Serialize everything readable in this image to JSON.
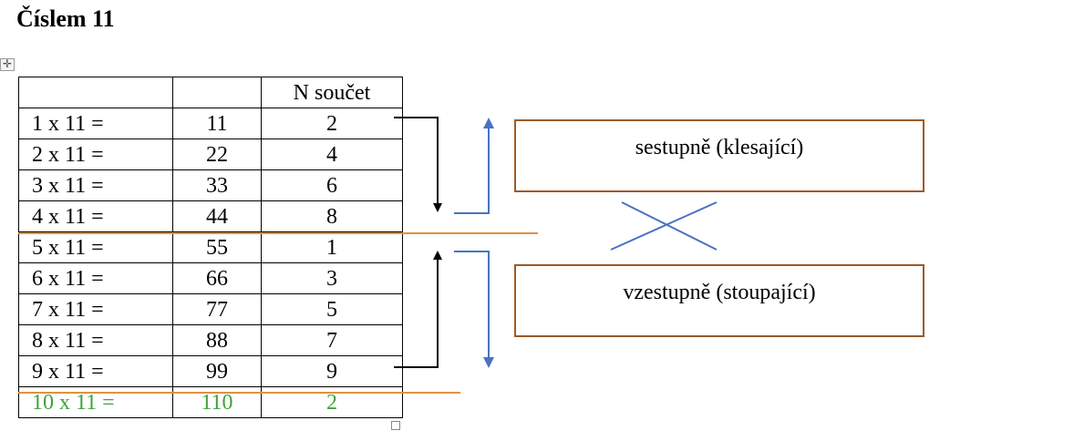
{
  "title": "Číslem 11",
  "table": {
    "header": [
      "",
      "",
      "N součet"
    ],
    "rows": [
      {
        "expr": "1 x 11 =",
        "result": "11",
        "sum": "2"
      },
      {
        "expr": "2 x 11 =",
        "result": "22",
        "sum": "4"
      },
      {
        "expr": "3 x 11 =",
        "result": "33",
        "sum": "6"
      },
      {
        "expr": "4 x 11 =",
        "result": "44",
        "sum": "8"
      },
      {
        "expr": "5 x 11 =",
        "result": "55",
        "sum": "1"
      },
      {
        "expr": "6 x 11 =",
        "result": "66",
        "sum": "3"
      },
      {
        "expr": "7 x 11 =",
        "result": "77",
        "sum": "5"
      },
      {
        "expr": "8 x 11 =",
        "result": "88",
        "sum": "7"
      },
      {
        "expr": "9 x 11 =",
        "result": "99",
        "sum": "9"
      },
      {
        "expr": "10 x 11 =",
        "result": "110",
        "sum": "2"
      }
    ]
  },
  "boxes": {
    "descending": "sestupně (klesající)",
    "ascending": "vzestupně (stoupající)"
  },
  "colors": {
    "highlight_row": "#3fa33a",
    "orange_line": "#e0913f",
    "blue_arrow": "#4a72c4",
    "box_border": "#9a5b2a"
  }
}
